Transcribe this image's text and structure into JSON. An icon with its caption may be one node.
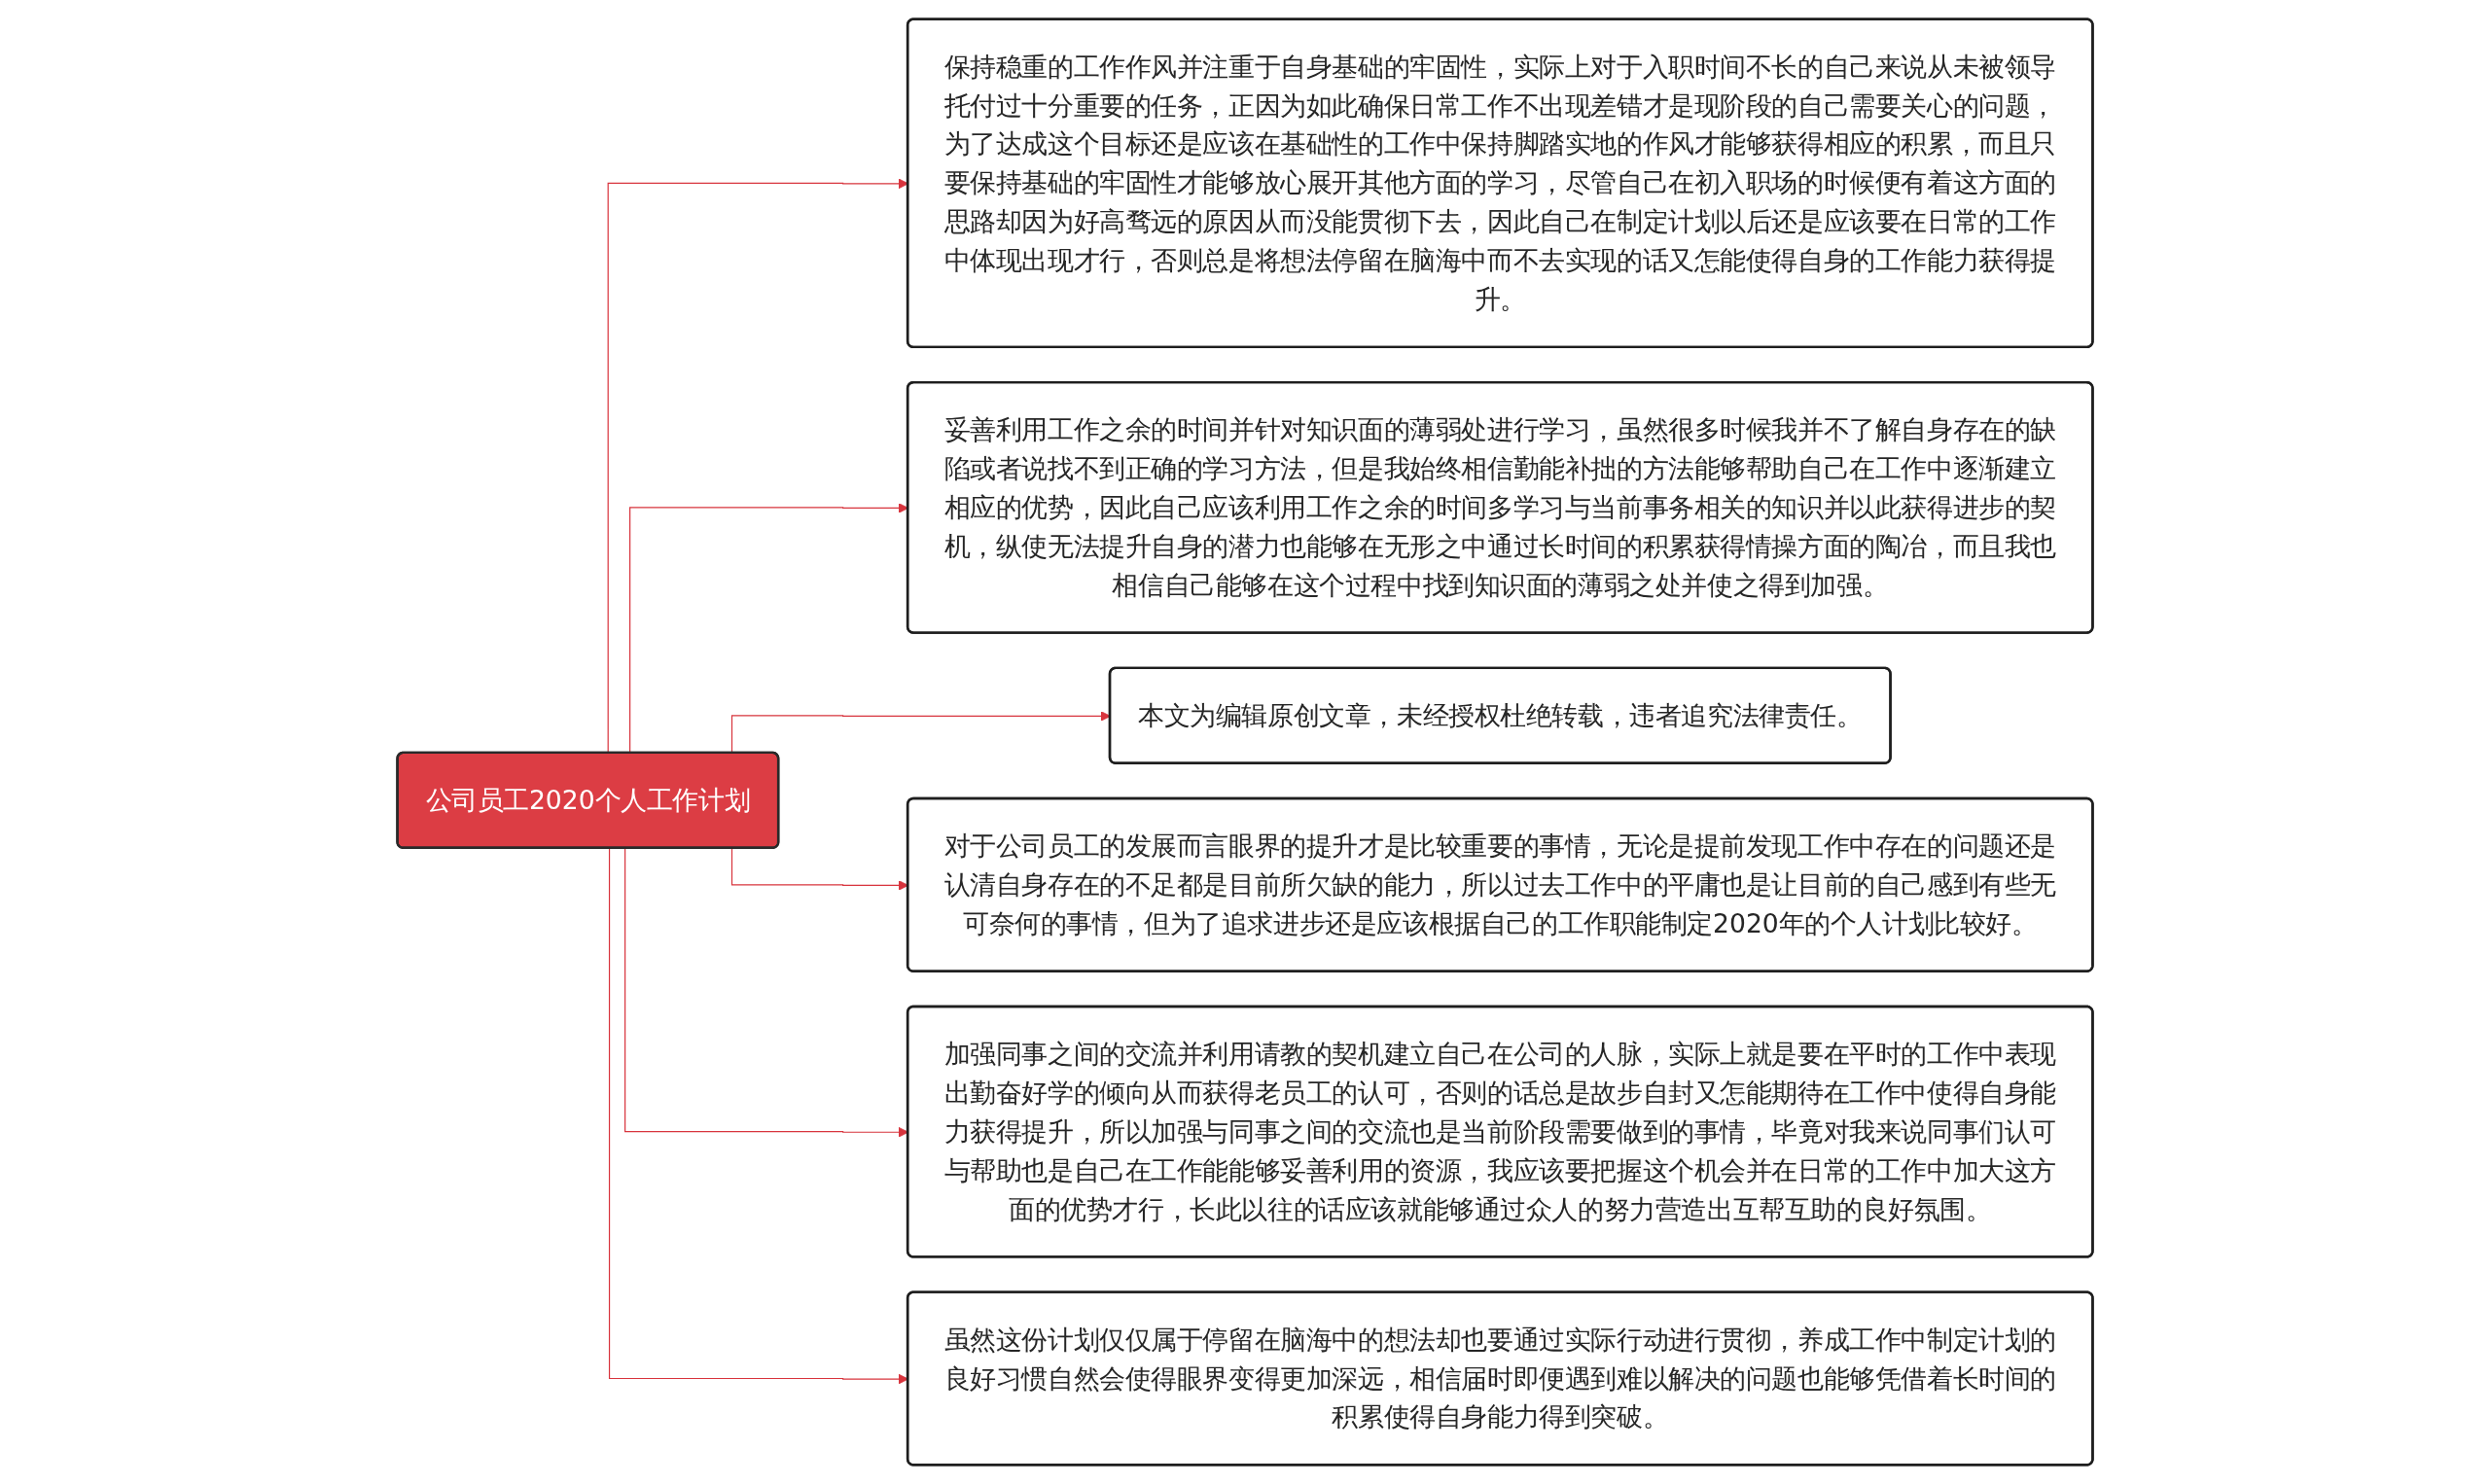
{
  "diagram": {
    "nodes": [
      {
        "text": [
          "公司员工2020个人工作计划"
        ]
      },
      {
        "text": [
          "保持稳重的工作作风并注重于自身基础的牢固性，实际上对于入职时间不长的自己来说从未被领导托付过十分重要的任务，正因为如此确保日常工作不出现差错才是现阶段的自己需要关心的问题，为了达成这个目标还是应该在基础性的工作中保持脚踏实地的作风才能够获得相应的积累，而且只要保持基础的牢固性才能够放心展开其他方面的学习，尽管自己在初入职场的时候便有着这方面的思路却因为好高骛远的原因从而没能贯彻下去，因此自己在制定计划以后还是应该要在日常的工作中体现出现才行，否则总是将想法停留在脑海中而不去实现的话又怎能使得自身的工作能力获得提升。"
        ]
      },
      {
        "text": [
          "妥善利用工作之余的时间并针对知识面的薄弱处进行学习，虽然很多时候我并不了解自身存在的缺陷或者说找不到正确的学习方法，但是我始终相信勤能补拙的方法能够帮助自己在工作中逐渐建立相应的优势，因此自己应该利用工作之余的时间多学习与当前事务相关的知识并以此获得进步的契机，纵使无法提升自身的潜力也能够在无形之中通过长时间的积累获得情操方面的陶冶，而且我也相信自己能够在这个过程中找到知识面的薄弱之处并使之得到加强。"
        ]
      },
      {
        "text": [
          "本文为编辑原创文章，未经授权杜绝转载，违者追究法律责任。"
        ]
      },
      {
        "text": [
          "对于公司员工的发展而言眼界的提升才是比较重要的事情，无论是提前发现工作中存在的问题还是认清自身存在的不足都是目前所欠缺的能力，所以过去工作中的平庸也是让目前的自己感到有些无可奈何的事情，但为了追求进步还是应该根据自己的工作职能制定2020年的个人计划比较好。"
        ]
      },
      {
        "text": [
          "加强同事之间的交流并利用请教的契机建立自己在公司的人脉，实际上就是要在平时的工作中表现出勤奋好学的倾向从而获得老员工的认可，否则的话总是故步自封又怎能期待在工作中使得自身能力获得提升，所以加强与同事之间的交流也是当前阶段需要做到的事情，毕竟对我来说同事们认可与帮助也是自己在工作能能够妥善利用的资源，我应该要把握这个机会并在日常的工作中加大这方面的优势才行，长此以往的话应该就能够通过众人的努力营造出互帮互助的良好氛围。"
        ]
      },
      {
        "text": [
          "虽然这份计划仅仅属于停留在脑海中的想法却也要通过实际行动进行贯彻，养成工作中制定计划的良好习惯自然会使得眼界变得更加深远，相信届时即便遇到难以解决的问题也能够凭借着长时间的积累使得自身能力得到突破。"
        ]
      }
    ],
    "edges": [
      {
        "from": 0,
        "to": 1,
        "arrow": "to"
      },
      {
        "from": 0,
        "to": 2,
        "arrow": "to"
      },
      {
        "from": 0,
        "to": 3,
        "arrow": "to"
      },
      {
        "from": 0,
        "to": 4,
        "arrow": "to"
      },
      {
        "from": 0,
        "to": 5,
        "arrow": "to"
      },
      {
        "from": 0,
        "to": 6,
        "arrow": "to"
      }
    ]
  }
}
